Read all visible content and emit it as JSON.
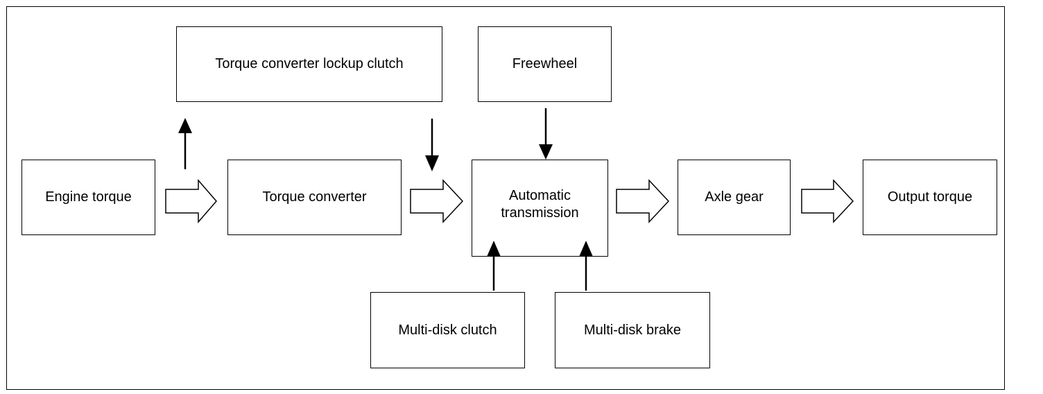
{
  "nodes": {
    "engine_torque": "Engine torque",
    "lockup_clutch": "Torque converter lockup clutch",
    "torque_converter": "Torque converter",
    "freewheel": "Freewheel",
    "automatic_transmission_line1": "Automatic",
    "automatic_transmission_line2": "transmission",
    "axle_gear": "Axle gear",
    "output_torque": "Output torque",
    "multi_disk_clutch": "Multi-disk clutch",
    "multi_disk_brake": "Multi-disk brake"
  }
}
